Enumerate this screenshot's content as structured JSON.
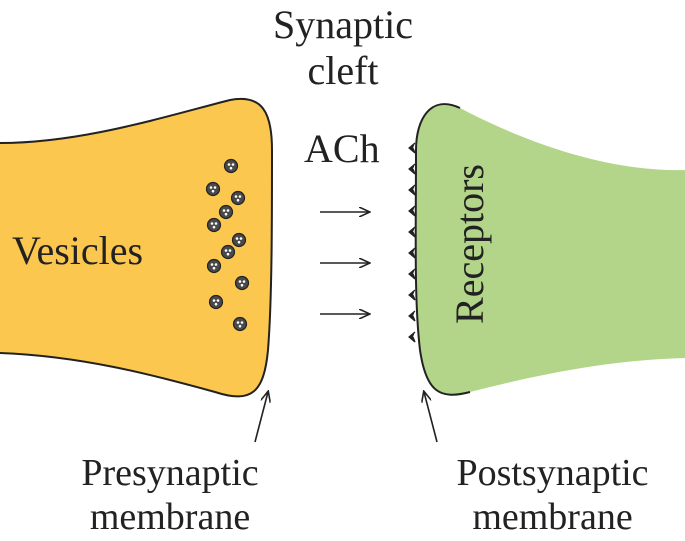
{
  "labels": {
    "synaptic_cleft": [
      "Synaptic",
      "cleft"
    ],
    "ach": "ACh",
    "vesicles": "Vesicles",
    "receptors": "Receptors",
    "presynaptic_membrane": [
      "Presynaptic",
      "membrane"
    ],
    "postsynaptic_membrane": [
      "Postsynaptic",
      "membrane"
    ]
  },
  "colors": {
    "presynaptic_fill": "#FBC74E",
    "postsynaptic_fill": "#B3D58A",
    "outline": "#222222",
    "text": "#222222"
  },
  "counts": {
    "vesicles": 11,
    "arrows": 3,
    "receptors": 10
  }
}
